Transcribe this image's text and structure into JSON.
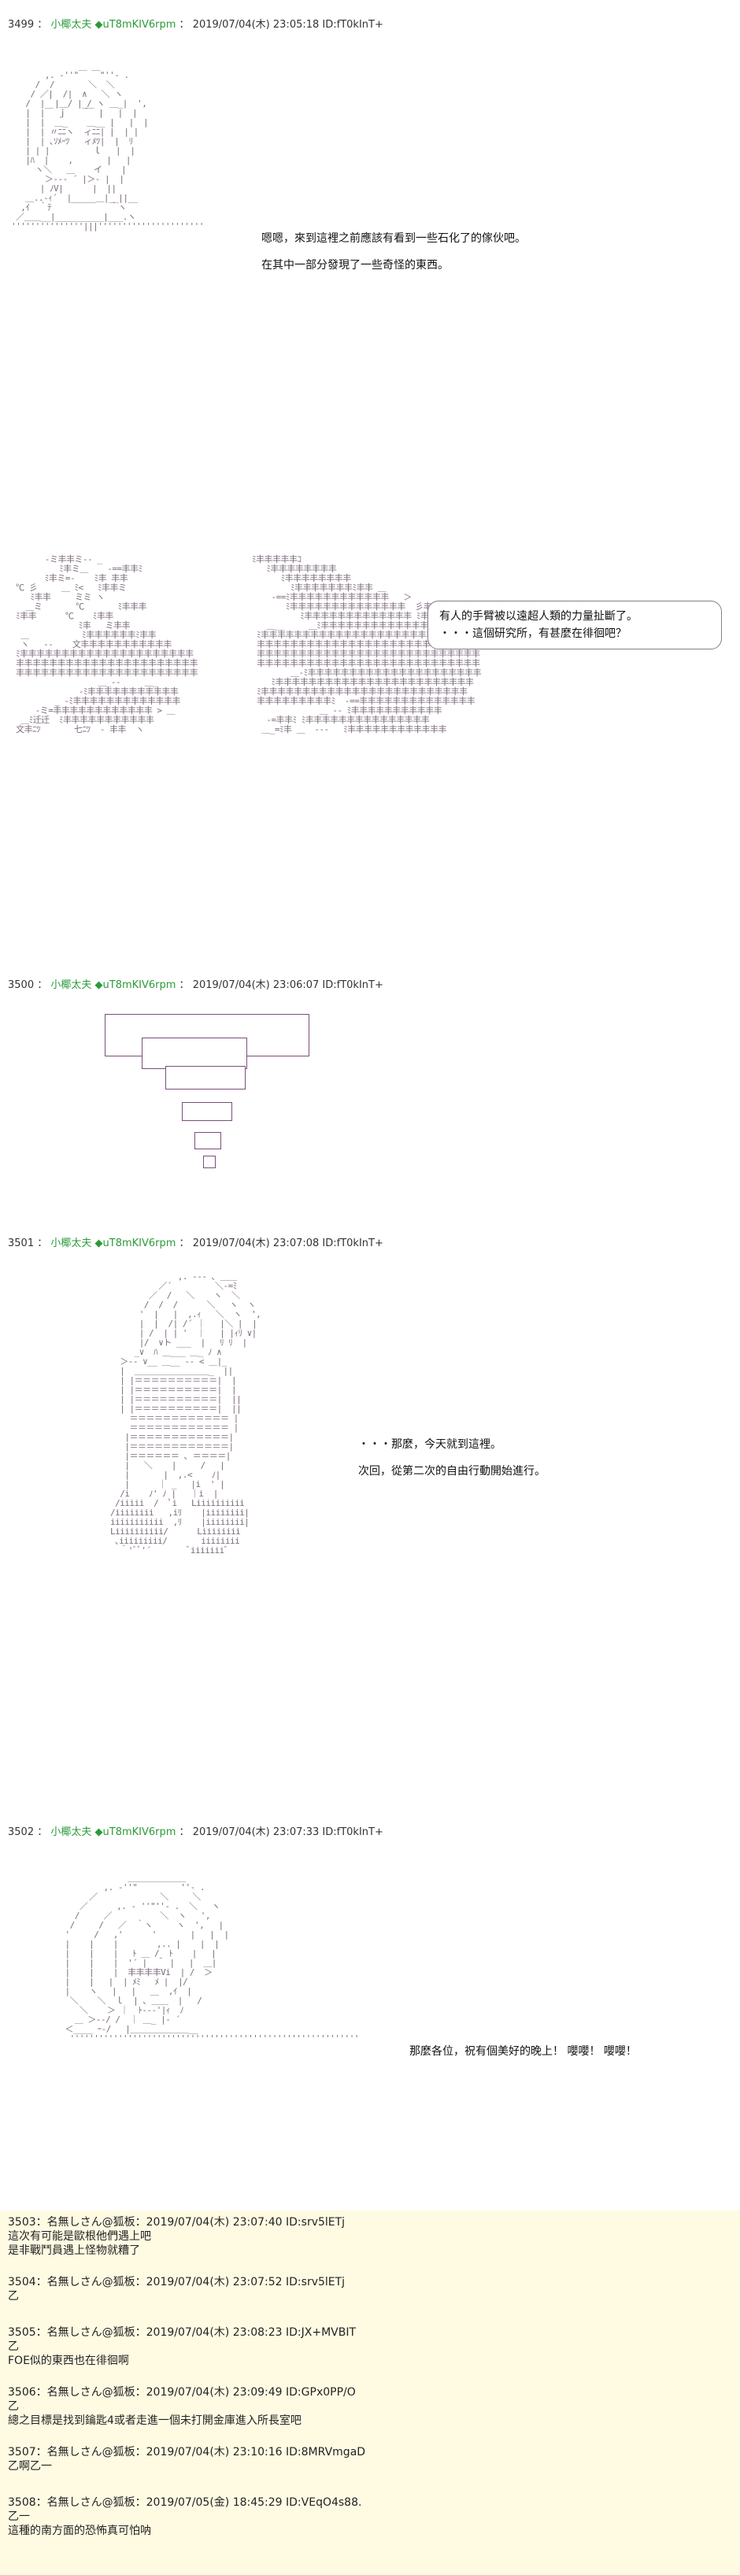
{
  "posts": [
    {
      "number": "3499",
      "name": "小椰太夫",
      "trip": "◆uT8mKIV6rpm",
      "datetime": "2019/07/04(木) 23:05:18",
      "id": "ID:fT0kInT+",
      "lines": [
        "嗯嗯，來到這裡之前應該有看到一些石化了的傢伙吧。",
        "在其中一部分發現了一些奇怪的東西。"
      ]
    },
    {
      "bubble": [
        "有人的手臂被以遠超人類的力量扯斷了。",
        "・・・這個研究所，有甚麼在徘徊吧？"
      ]
    },
    {
      "number": "3500",
      "name": "小椰太夫",
      "trip": "◆uT8mKIV6rpm",
      "datetime": "2019/07/04(木) 23:06:07",
      "id": "ID:fT0kInT+"
    },
    {
      "number": "3501",
      "name": "小椰太夫",
      "trip": "◆uT8mKIV6rpm",
      "datetime": "2019/07/04(木) 23:07:08",
      "id": "ID:fT0kInT+",
      "lines": [
        "・・・那麼，今天就到這裡。",
        "次回，從第二次的自由行動開始進行。"
      ]
    },
    {
      "number": "3502",
      "name": "小椰太夫",
      "trip": "◆uT8mKIV6rpm",
      "datetime": "2019/07/04(木) 23:07:33",
      "id": "ID:fT0kInT+",
      "lines": [
        "那麼各位，祝有個美好的晚上！ 嚶嚶！ 嚶嚶！"
      ]
    }
  ],
  "comments": [
    {
      "header": "3503：名無しさん@狐板：2019/07/04(木) 23:07:40 ID:srv5lETj",
      "body": [
        "這次有可能是歐根他們遇上吧",
        "是非戰鬥員遇上怪物就糟了"
      ]
    },
    {
      "header": "3504：名無しさん@狐板：2019/07/04(木) 23:07:52 ID:srv5lETj",
      "body": [
        "乙"
      ]
    },
    {
      "header": "3505：名無しさん@狐板：2019/07/04(木) 23:08:23 ID:JX+MVBIT",
      "body": [
        "乙",
        "FOE似的東西也在徘徊啊"
      ]
    },
    {
      "header": "3506：名無しさん@狐板：2019/07/04(木) 23:09:49 ID:GPx0PP/O",
      "body": [
        "乙",
        "總之目標是找到鑰匙4或者走進一個未打開金庫進入所長室吧"
      ]
    },
    {
      "header": "3507：名無しさん@狐板：2019/07/04(木) 23:10:16 ID:8MRVmgaD",
      "body": [
        "乙啊乙一"
      ]
    },
    {
      "header": "3508：名無しさん@狐板：2019/07/05(金) 18:45:29 ID:VEqO4s88.",
      "body": [
        "乙一",
        "這種的南方面的恐怖真可怕呐"
      ]
    }
  ]
}
